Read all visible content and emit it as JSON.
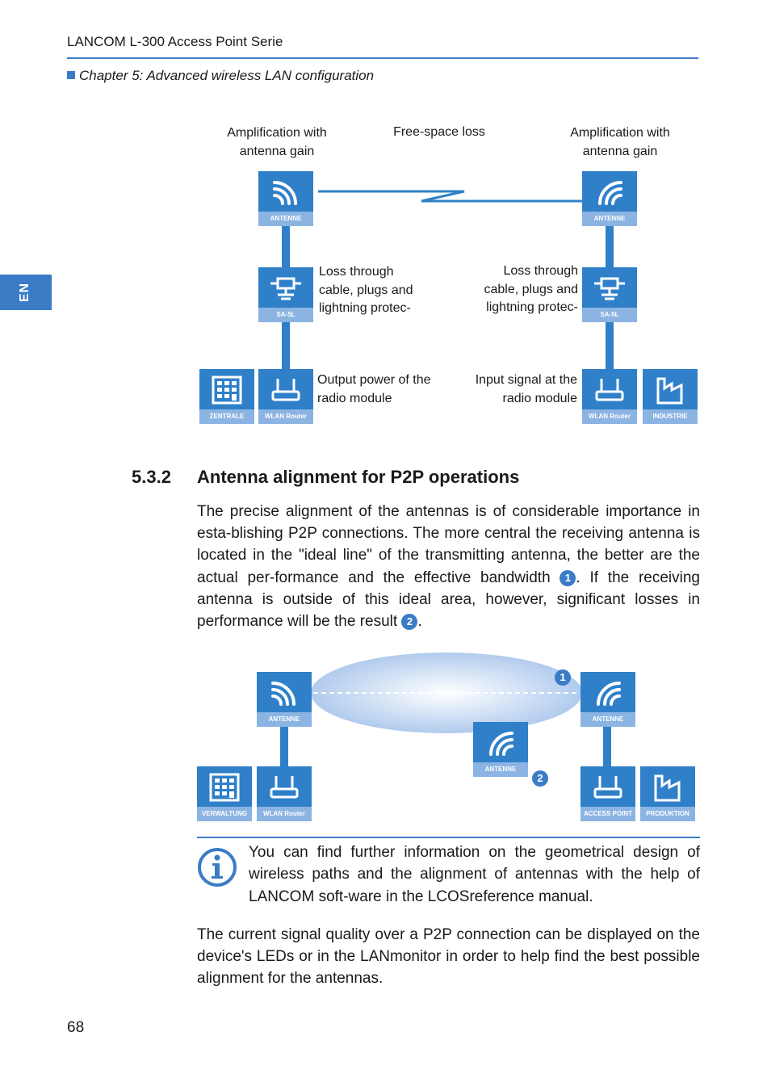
{
  "header": {
    "title": "LANCOM L-300 Access Point Serie",
    "chapter": "Chapter 5: Advanced wireless LAN configuration"
  },
  "side_tab": "EN",
  "diagram1": {
    "amp_left": "Amplification with\nantenna gain",
    "free_space": "Free-space loss",
    "amp_right": "Amplification with\nantenna gain",
    "loss_left": "Loss through\ncable, plugs and\nlightning protec-",
    "loss_right": "Loss through\ncable, plugs and\nlightning protec-",
    "output": "Output power of the\nradio module",
    "input": "Input signal at the\nradio module",
    "box_antenne": "ANTENNE",
    "box_sa5l": "SA-5L",
    "box_zentrale": "ZENTRALE",
    "box_wlan_router": "WLAN Router",
    "box_industrie": "INDUSTRIE"
  },
  "section": {
    "number": "5.3.2",
    "title": "Antenna alignment for P2P operations",
    "para1_a": "The precise alignment of the antennas is of considerable importance in esta-blishing P2P connections. The more central the receiving antenna is located in the \"ideal line\" of the transmitting antenna, the better are the actual per-formance and the effective bandwidth ",
    "badge1": "1",
    "para1_b": ". If the receiving antenna is outside of this ideal area, however, significant losses in performance will be the result ",
    "badge2": "2",
    "para1_c": "."
  },
  "diagram2": {
    "box_antenne": "ANTENNE",
    "box_verwaltung": "VERWALTUNG",
    "box_wlan_router": "WLAN Router",
    "box_access_point": "ACCESS POINT",
    "box_produktion": "PRODUKTION",
    "marker1": "1",
    "marker2": "2"
  },
  "note": {
    "text": "You can find further information on the geometrical design of wireless paths and the alignment of antennas with the help of LANCOM soft-ware in the LCOSreference manual."
  },
  "para2": "The current signal quality over a P2P connection can be displayed on the device's LEDs or in the LANmonitor in order to help find the best possible alignment for the antennas.",
  "page_number": "68",
  "colors": {
    "accent": "#3a7cc6",
    "box": "#2f80c9",
    "band": "#8bb4e2"
  }
}
